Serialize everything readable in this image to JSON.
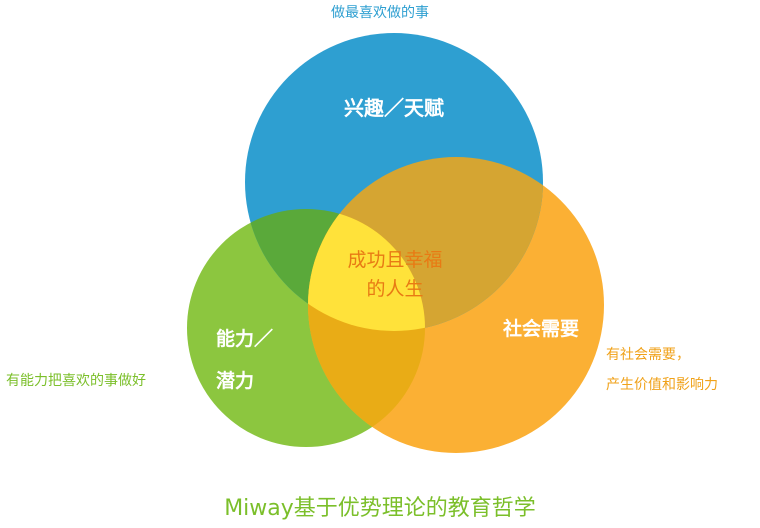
{
  "top_caption": "做最喜欢做的事",
  "circles": {
    "top": {
      "title": "兴趣／天赋",
      "color": "#2e9fd1"
    },
    "left": {
      "title_line1": "能力／",
      "title_line2": "潜力",
      "color": "#8cc63f"
    },
    "right": {
      "title": "社会需要",
      "color": "#fbb034"
    }
  },
  "overlaps": {
    "top_left": "#5aa93a",
    "top_right": "#d5a532",
    "left_right": "#e9ac16",
    "center": "#ffe23a"
  },
  "center_text": {
    "line1": "成功且幸福",
    "line2": "的人生"
  },
  "left_note": "有能力把喜欢的事做好",
  "right_note": {
    "line1": "有社会需要，",
    "line2": "产生价值和影响力"
  },
  "bottom_title": "Miway基于优势理论的教育哲学"
}
